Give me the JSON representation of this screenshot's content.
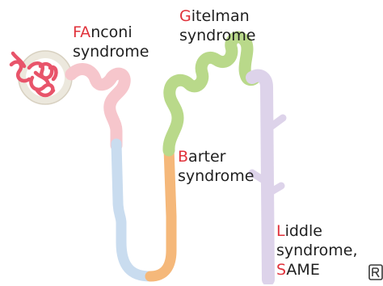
{
  "labels": {
    "fanconi": {
      "hl": "FA",
      "rest": "nconi",
      "line2": "syndrome"
    },
    "gitelman": {
      "hl": "G",
      "rest": "itelman",
      "line2": "syndrome"
    },
    "barter": {
      "hl": "B",
      "rest": "arter",
      "line2": "syndrome"
    },
    "liddle": {
      "hl": "L",
      "rest": "iddle",
      "line2": "syndrome,",
      "hl3": "S",
      "rest3": "AME"
    }
  },
  "segments": {
    "proximal_tubule": "proximal-tubule",
    "descending_limb": "descending-limb",
    "ascending_limb": "thick-ascending-limb",
    "distal_tubule": "distal-convoluted-tubule",
    "collecting_duct": "collecting-duct"
  },
  "colors": {
    "highlight": "#e0323b",
    "glomerulus": "#e8546a",
    "capsule": "#ece8dd",
    "proximal": "#f6c6cc",
    "descending": "#c9dcef",
    "ascending": "#f5b87a",
    "distal": "#b9d98a",
    "collecting": "#ddd3ea"
  },
  "icons": {
    "logo": "rx-logo"
  }
}
